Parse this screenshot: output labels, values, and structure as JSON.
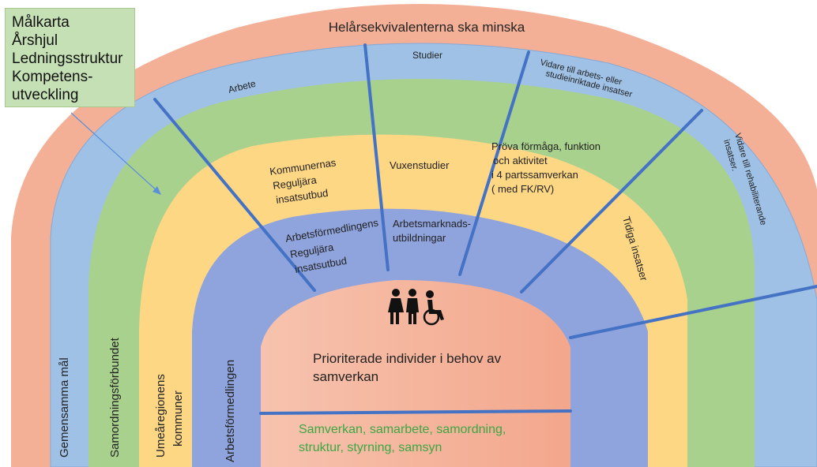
{
  "colors": {
    "outer": "#f4b097",
    "blue": "#9fc1e6",
    "green": "#a9d18e",
    "yellow": "#fed785",
    "indigo": "#8fa3dd",
    "core": "#f4b19a",
    "divider": "#4472c4",
    "green_text": "#3aa745"
  },
  "info_box": {
    "lines": [
      "Målkarta",
      "Årshjul",
      "Ledningsstruktur",
      "Kompetens-",
      "utveckling"
    ]
  },
  "top_title": "Helårsekvivalenterna ska minska",
  "blue_ring": {
    "arbete": "Arbete",
    "studier": "Studier",
    "vidare_studie_1": "Vidare till arbets- eller",
    "vidare_studie_2": "studieinriktade insatser",
    "vidare_rehab_1": "Vidare till rehabiliterande",
    "vidare_rehab_2": "insatser."
  },
  "yellow_ring": {
    "kommunernas_1": "Kommunernas",
    "kommunernas_2": "Reguljära",
    "kommunernas_3": "insatsutbud",
    "vuxenstudier": "Vuxenstudier",
    "prova_1": "Pröva förmåga, funktion",
    "prova_2": "och aktivitet",
    "prova_3": "i 4 partssamverkan",
    "prova_4": "( med FK/RV)",
    "tidiga": "Tidiga insatser"
  },
  "indigo_ring": {
    "af_1": "Arbetsförmedlingens",
    "af_2": "Reguljära",
    "af_3": "insatsutbud",
    "am_1": "Arbetsmarknads-",
    "am_2": "utbildningar"
  },
  "side_labels": {
    "gemensamma": "Gemensamma mål",
    "samordningsforbundet": "Samordningsförbundet",
    "umearegionens_1": "Umeåregionens",
    "umearegionens_2": "kommuner",
    "arbetsformedlingen": "Arbetsförmedlingen"
  },
  "core": {
    "title_1": "Prioriterade individer i behov av",
    "title_2": "samverkan",
    "bottom_1": "Samverkan, samarbete, samordning,",
    "bottom_2": "struktur, styrning, samsyn",
    "people_icon": "people-wheelchair-icon"
  }
}
